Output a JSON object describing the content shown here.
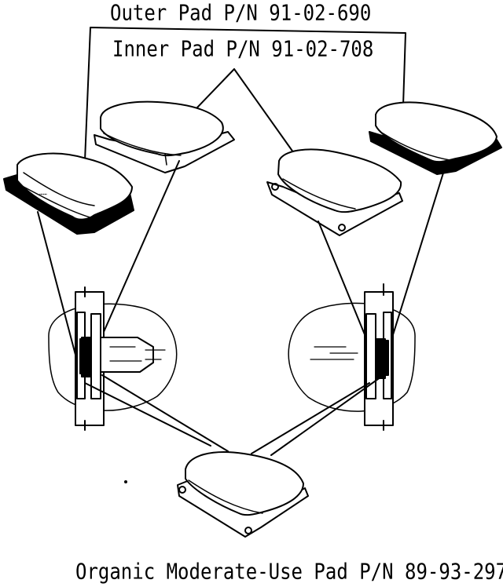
{
  "labels": {
    "outer_pad": "Outer Pad P/N 91-02-690",
    "inner_pad": "Inner Pad P/N 91-02-708",
    "organic_pad": "Organic Moderate-Use Pad P/N 89-93-297"
  },
  "colors": {
    "ink": "#000000",
    "paper": "#ffffff"
  }
}
